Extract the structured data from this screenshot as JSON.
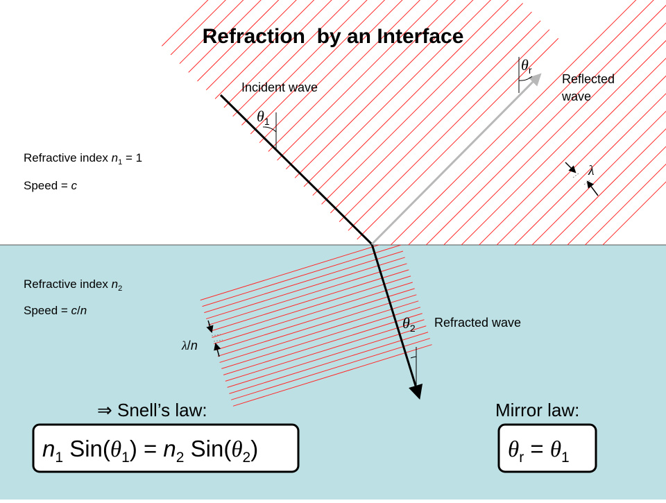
{
  "title": "Refraction  by an Interface",
  "colors": {
    "medium2": "#bde0e4",
    "wavefront": "#ff2a2a",
    "ray": "#000000",
    "reflected_ray": "#b8b8b8"
  },
  "labels": {
    "incident_wave": "Incident wave",
    "reflected_wave_line1": "Reflected",
    "reflected_wave_line2": "wave",
    "refracted_wave": "Refracted wave",
    "medium1_index_prefix": "Refractive index ",
    "medium1_index_var": "n",
    "medium1_index_sub": "1",
    "medium1_index_suffix": " = 1",
    "medium1_speed_prefix": "Speed = ",
    "medium1_speed_var": "c",
    "medium2_index_prefix": "Refractive index ",
    "medium2_index_var": "n",
    "medium2_index_sub": "2",
    "medium2_speed_prefix": "Speed = ",
    "medium2_speed_c": "c",
    "medium2_speed_slash": "/",
    "medium2_speed_n": "n",
    "theta": "θ",
    "theta1_sub": "1",
    "theta2_sub": "2",
    "thetar_sub": "r",
    "lambda": "λ",
    "lambda_over_n_lambda": "λ",
    "lambda_over_n_slash": "/",
    "lambda_over_n_n": "n"
  },
  "snell": {
    "heading": "⇒ Snell’s law:",
    "n": "n",
    "sub1": "1",
    "sin_open": " Sin(",
    "theta": "θ",
    "close": ")",
    "equals": " = ",
    "sub2": "2"
  },
  "mirror": {
    "heading": "Mirror law:",
    "theta": "θ",
    "sub_r": "r",
    "equals": " = ",
    "sub1": "1"
  }
}
